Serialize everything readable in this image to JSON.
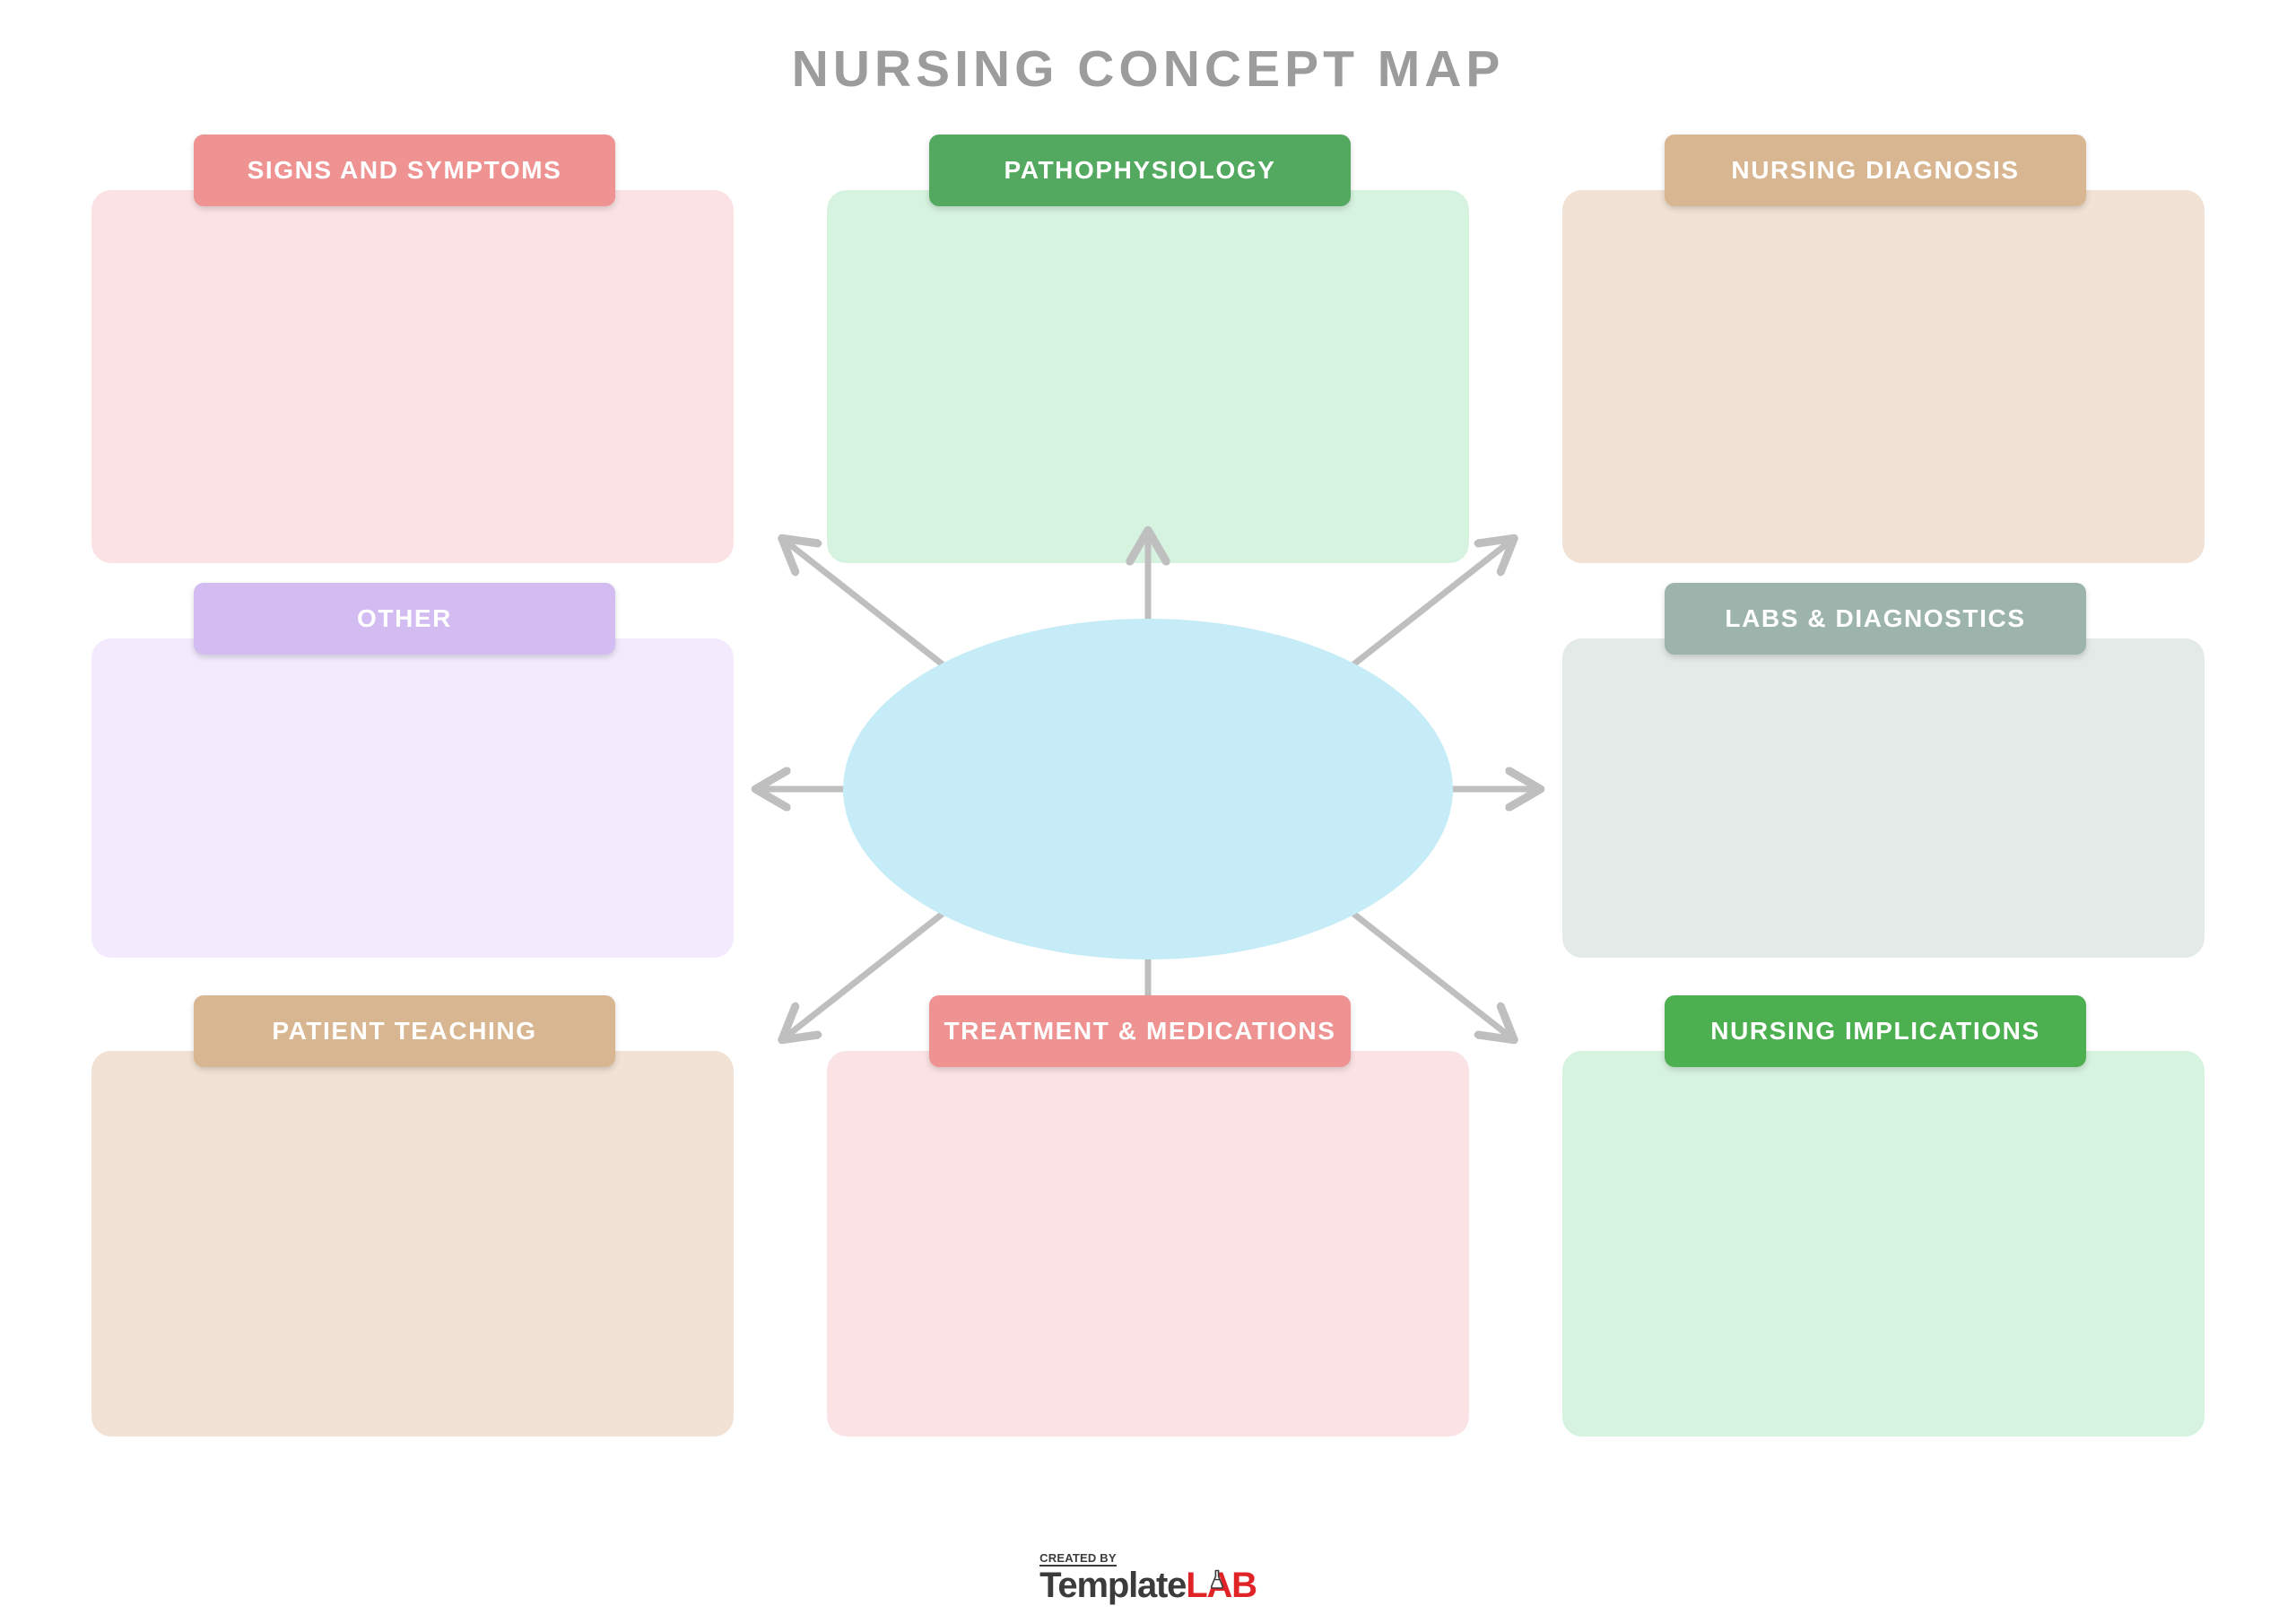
{
  "page": {
    "title": "NURSING CONCEPT MAP",
    "title_color": "#9c9c9c",
    "background": "#ffffff"
  },
  "center": {
    "shape": "ellipse",
    "fill_color": "#c5ecf7",
    "label": "",
    "arrow_color": "#bfbfbf",
    "arrow_directions": [
      "up",
      "up-right",
      "right",
      "down-right",
      "down",
      "down-left",
      "left",
      "up-left"
    ],
    "arrow_count": 8
  },
  "sections": [
    {
      "id": "signs-and-symptoms",
      "label": "SIGNS AND SYMPTOMS",
      "header_color": "#ee9292",
      "body_color": "#fbe3e5",
      "content": "",
      "row": 1,
      "col": 1
    },
    {
      "id": "pathophysiology",
      "label": "PATHOPHYSIOLOGY",
      "header_color": "#54a961",
      "body_color": "#d6f3df",
      "content": "",
      "row": 1,
      "col": 2
    },
    {
      "id": "nursing-diagnosis",
      "label": "NURSING DIAGNOSIS",
      "header_color": "#d8b691",
      "body_color": "#f2e2d5",
      "content": "",
      "row": 1,
      "col": 3
    },
    {
      "id": "other",
      "label": "OTHER",
      "header_color": "#d3bcf2",
      "body_color": "#f3ebfd",
      "content": "",
      "row": 2,
      "col": 1
    },
    {
      "id": "labs-and-diagnostics",
      "label": "LABS & DIAGNOSTICS",
      "header_color": "#9cb4ac",
      "body_color": "#e4eae7",
      "content": "",
      "row": 2,
      "col": 3
    },
    {
      "id": "patient-teaching",
      "label": "PATIENT TEACHING",
      "header_color": "#d8b691",
      "body_color": "#f2e2d5",
      "content": "",
      "row": 3,
      "col": 1
    },
    {
      "id": "treatment-and-medications",
      "label": "TREATMENT & MEDICATIONS",
      "header_color": "#ee9292",
      "body_color": "#fbe3e5",
      "content": "",
      "row": 3,
      "col": 2
    },
    {
      "id": "nursing-implications",
      "label": "NURSING IMPLICATIONS",
      "header_color": "#4caf50",
      "body_color": "#d6f3df",
      "content": "",
      "row": 3,
      "col": 3
    }
  ],
  "footer": {
    "created_by": "CREATED BY",
    "brand_first": "Template",
    "brand_second": "LAB",
    "brand_first_color": "#3b3b3b",
    "brand_second_color": "#e02327"
  }
}
